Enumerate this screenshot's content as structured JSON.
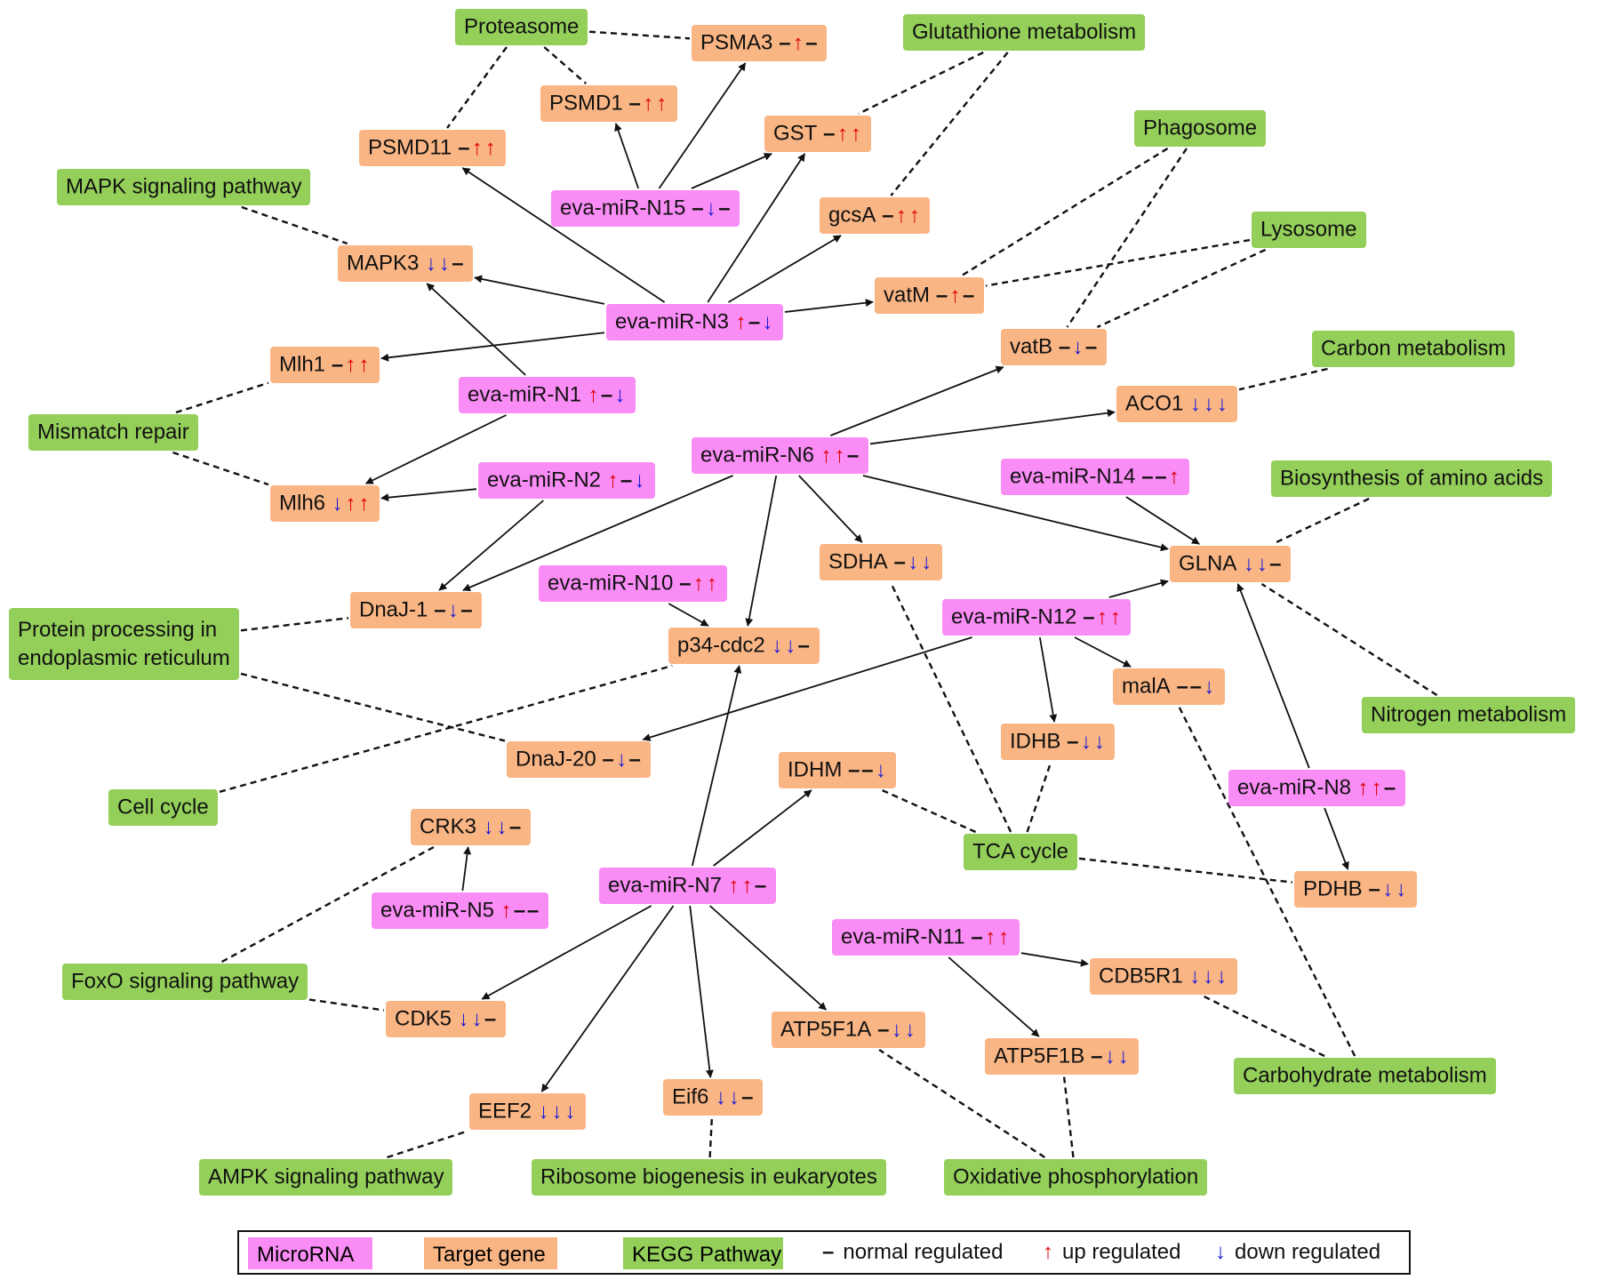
{
  "colors": {
    "kegg": "#94cf5a",
    "target": "#f9b584",
    "mirna": "#f98cf5",
    "up": "#e00000",
    "down": "#1a1ad8",
    "normal": "#111111",
    "edge": "#111111"
  },
  "symbols": {
    "up": "↑",
    "down": "↓",
    "normal": "–"
  },
  "legend": {
    "mirna": "MicroRNA",
    "target": "Target gene",
    "kegg": "KEGG Pathway",
    "normal": "normal regulated",
    "up": "up regulated",
    "down": "down regulated"
  },
  "nodes": [
    {
      "id": "proteasome",
      "type": "kegg",
      "label": "Proteasome"
    },
    {
      "id": "glutathione",
      "type": "kegg",
      "label": "Glutathione metabolism"
    },
    {
      "id": "phagosome",
      "type": "kegg",
      "label": "Phagosome"
    },
    {
      "id": "mapk_path",
      "type": "kegg",
      "label": "MAPK signaling pathway"
    },
    {
      "id": "lysosome",
      "type": "kegg",
      "label": "Lysosome"
    },
    {
      "id": "carbon_met",
      "type": "kegg",
      "label": "Carbon metabolism"
    },
    {
      "id": "mismatch",
      "type": "kegg",
      "label": "Mismatch repair"
    },
    {
      "id": "biosynth_aa",
      "type": "kegg",
      "label": "Biosynthesis of amino acids"
    },
    {
      "id": "protein_proc",
      "type": "kegg",
      "label": "Protein processing in",
      "label2": "endoplasmic reticulum"
    },
    {
      "id": "nitrogen",
      "type": "kegg",
      "label": "Nitrogen metabolism"
    },
    {
      "id": "cell_cycle",
      "type": "kegg",
      "label": "Cell cycle"
    },
    {
      "id": "tca",
      "type": "kegg",
      "label": "TCA cycle"
    },
    {
      "id": "foxo",
      "type": "kegg",
      "label": "FoxO signaling pathway"
    },
    {
      "id": "carbohydrate",
      "type": "kegg",
      "label": "Carbohydrate metabolism"
    },
    {
      "id": "ampk",
      "type": "kegg",
      "label": "AMPK signaling pathway"
    },
    {
      "id": "ribosome",
      "type": "kegg",
      "label": "Ribosome biogenesis in eukaryotes"
    },
    {
      "id": "oxphos",
      "type": "kegg",
      "label": "Oxidative phosphorylation"
    },
    {
      "id": "psma3",
      "type": "target",
      "label": "PSMA3",
      "reg": [
        "normal",
        "up",
        "normal"
      ]
    },
    {
      "id": "psmd1",
      "type": "target",
      "label": "PSMD1",
      "reg": [
        "normal",
        "up",
        "up"
      ]
    },
    {
      "id": "psmd11",
      "type": "target",
      "label": "PSMD11",
      "reg": [
        "normal",
        "up",
        "up"
      ]
    },
    {
      "id": "gst",
      "type": "target",
      "label": "GST",
      "reg": [
        "normal",
        "up",
        "up"
      ]
    },
    {
      "id": "gcsa",
      "type": "target",
      "label": "gcsA",
      "reg": [
        "normal",
        "up",
        "up"
      ]
    },
    {
      "id": "mapk3",
      "type": "target",
      "label": "MAPK3",
      "reg": [
        "down",
        "down",
        "normal"
      ]
    },
    {
      "id": "vatm",
      "type": "target",
      "label": "vatM",
      "reg": [
        "normal",
        "up",
        "normal"
      ]
    },
    {
      "id": "vatb",
      "type": "target",
      "label": "vatB",
      "reg": [
        "normal",
        "down",
        "normal"
      ]
    },
    {
      "id": "mlh1",
      "type": "target",
      "label": "Mlh1",
      "reg": [
        "normal",
        "up",
        "up"
      ]
    },
    {
      "id": "aco1",
      "type": "target",
      "label": "ACO1",
      "reg": [
        "down",
        "down",
        "down"
      ]
    },
    {
      "id": "mlh6",
      "type": "target",
      "label": "Mlh6",
      "reg": [
        "down",
        "up",
        "up"
      ]
    },
    {
      "id": "sdha",
      "type": "target",
      "label": "SDHA",
      "reg": [
        "normal",
        "down",
        "down"
      ]
    },
    {
      "id": "glna",
      "type": "target",
      "label": "GLNA",
      "reg": [
        "down",
        "down",
        "normal"
      ]
    },
    {
      "id": "dnaj1",
      "type": "target",
      "label": "DnaJ-1",
      "reg": [
        "normal",
        "down",
        "normal"
      ]
    },
    {
      "id": "p34cdc2",
      "type": "target",
      "label": "p34-cdc2",
      "reg": [
        "down",
        "down",
        "normal"
      ]
    },
    {
      "id": "mala",
      "type": "target",
      "label": "malA",
      "reg": [
        "normal",
        "normal",
        "down"
      ]
    },
    {
      "id": "idhb",
      "type": "target",
      "label": "IDHB",
      "reg": [
        "normal",
        "down",
        "down"
      ]
    },
    {
      "id": "dnaj20",
      "type": "target",
      "label": "DnaJ-20",
      "reg": [
        "normal",
        "down",
        "normal"
      ]
    },
    {
      "id": "idhm",
      "type": "target",
      "label": "IDHM",
      "reg": [
        "normal",
        "normal",
        "down"
      ]
    },
    {
      "id": "crk3",
      "type": "target",
      "label": "CRK3",
      "reg": [
        "down",
        "down",
        "normal"
      ]
    },
    {
      "id": "pdhb",
      "type": "target",
      "label": "PDHB",
      "reg": [
        "normal",
        "down",
        "down"
      ]
    },
    {
      "id": "cdb5r1",
      "type": "target",
      "label": "CDB5R1",
      "reg": [
        "down",
        "down",
        "down"
      ]
    },
    {
      "id": "cdk5",
      "type": "target",
      "label": "CDK5",
      "reg": [
        "down",
        "down",
        "normal"
      ]
    },
    {
      "id": "atp5f1a",
      "type": "target",
      "label": "ATP5F1A",
      "reg": [
        "normal",
        "down",
        "down"
      ]
    },
    {
      "id": "atp5f1b",
      "type": "target",
      "label": "ATP5F1B",
      "reg": [
        "normal",
        "down",
        "down"
      ]
    },
    {
      "id": "eef2",
      "type": "target",
      "label": "EEF2",
      "reg": [
        "down",
        "down",
        "down"
      ]
    },
    {
      "id": "eif6",
      "type": "target",
      "label": "Eif6",
      "reg": [
        "down",
        "down",
        "normal"
      ]
    },
    {
      "id": "n15",
      "type": "mirna",
      "label": "eva-miR-N15",
      "reg": [
        "normal",
        "down",
        "normal"
      ]
    },
    {
      "id": "n3",
      "type": "mirna",
      "label": "eva-miR-N3",
      "reg": [
        "up",
        "normal",
        "down"
      ]
    },
    {
      "id": "n1",
      "type": "mirna",
      "label": "eva-miR-N1",
      "reg": [
        "up",
        "normal",
        "down"
      ]
    },
    {
      "id": "n6",
      "type": "mirna",
      "label": "eva-miR-N6",
      "reg": [
        "up",
        "up",
        "normal"
      ]
    },
    {
      "id": "n14",
      "type": "mirna",
      "label": "eva-miR-N14",
      "reg": [
        "normal",
        "normal",
        "up"
      ]
    },
    {
      "id": "n2",
      "type": "mirna",
      "label": "eva-miR-N2",
      "reg": [
        "up",
        "normal",
        "down"
      ]
    },
    {
      "id": "n10",
      "type": "mirna",
      "label": "eva-miR-N10",
      "reg": [
        "normal",
        "up",
        "up"
      ]
    },
    {
      "id": "n12",
      "type": "mirna",
      "label": "eva-miR-N12",
      "reg": [
        "normal",
        "up",
        "up"
      ]
    },
    {
      "id": "n8",
      "type": "mirna",
      "label": "eva-miR-N8",
      "reg": [
        "up",
        "up",
        "normal"
      ]
    },
    {
      "id": "n5",
      "type": "mirna",
      "label": "eva-miR-N5",
      "reg": [
        "up",
        "normal",
        "normal"
      ]
    },
    {
      "id": "n7",
      "type": "mirna",
      "label": "eva-miR-N7",
      "reg": [
        "up",
        "up",
        "normal"
      ]
    },
    {
      "id": "n11",
      "type": "mirna",
      "label": "eva-miR-N11",
      "reg": [
        "normal",
        "up",
        "up"
      ]
    }
  ],
  "regulation_edges": [
    [
      "n15",
      "psma3"
    ],
    [
      "n15",
      "psmd1"
    ],
    [
      "n15",
      "gst"
    ],
    [
      "n3",
      "psmd11"
    ],
    [
      "n3",
      "gst"
    ],
    [
      "n3",
      "gcsa"
    ],
    [
      "n3",
      "mapk3"
    ],
    [
      "n3",
      "vatm"
    ],
    [
      "n3",
      "mlh1"
    ],
    [
      "n1",
      "mapk3"
    ],
    [
      "n1",
      "mlh6"
    ],
    [
      "n2",
      "mlh6"
    ],
    [
      "n2",
      "dnaj1"
    ],
    [
      "n6",
      "vatb"
    ],
    [
      "n6",
      "aco1"
    ],
    [
      "n6",
      "dnaj1"
    ],
    [
      "n6",
      "p34cdc2"
    ],
    [
      "n6",
      "sdha"
    ],
    [
      "n6",
      "glna"
    ],
    [
      "n14",
      "glna"
    ],
    [
      "n10",
      "p34cdc2"
    ],
    [
      "n12",
      "glna"
    ],
    [
      "n12",
      "mala"
    ],
    [
      "n12",
      "idhb"
    ],
    [
      "n12",
      "dnaj20"
    ],
    [
      "n8",
      "glna"
    ],
    [
      "n8",
      "pdhb"
    ],
    [
      "n5",
      "crk3"
    ],
    [
      "n7",
      "p34cdc2"
    ],
    [
      "n7",
      "idhm"
    ],
    [
      "n7",
      "cdk5"
    ],
    [
      "n7",
      "eef2"
    ],
    [
      "n7",
      "eif6"
    ],
    [
      "n7",
      "atp5f1a"
    ],
    [
      "n11",
      "cdb5r1"
    ],
    [
      "n11",
      "atp5f1b"
    ]
  ],
  "pathway_edges": [
    [
      "proteasome",
      "psma3"
    ],
    [
      "proteasome",
      "psmd1"
    ],
    [
      "proteasome",
      "psmd11"
    ],
    [
      "glutathione",
      "gst"
    ],
    [
      "glutathione",
      "gcsa"
    ],
    [
      "phagosome",
      "vatm"
    ],
    [
      "phagosome",
      "vatb"
    ],
    [
      "lysosome",
      "vatm"
    ],
    [
      "lysosome",
      "vatb"
    ],
    [
      "mapk_path",
      "mapk3"
    ],
    [
      "carbon_met",
      "aco1"
    ],
    [
      "mismatch",
      "mlh1"
    ],
    [
      "mismatch",
      "mlh6"
    ],
    [
      "biosynth_aa",
      "glna"
    ],
    [
      "nitrogen",
      "glna"
    ],
    [
      "protein_proc",
      "dnaj1"
    ],
    [
      "protein_proc",
      "dnaj20"
    ],
    [
      "cell_cycle",
      "p34cdc2"
    ],
    [
      "tca",
      "sdha"
    ],
    [
      "tca",
      "idhb"
    ],
    [
      "tca",
      "idhm"
    ],
    [
      "tca",
      "pdhb"
    ],
    [
      "foxo",
      "crk3"
    ],
    [
      "foxo",
      "cdk5"
    ],
    [
      "carbohydrate",
      "cdb5r1"
    ],
    [
      "carbohydrate",
      "mala"
    ],
    [
      "ampk",
      "eef2"
    ],
    [
      "ribosome",
      "eif6"
    ],
    [
      "oxphos",
      "atp5f1a"
    ],
    [
      "oxphos",
      "atp5f1b"
    ]
  ]
}
